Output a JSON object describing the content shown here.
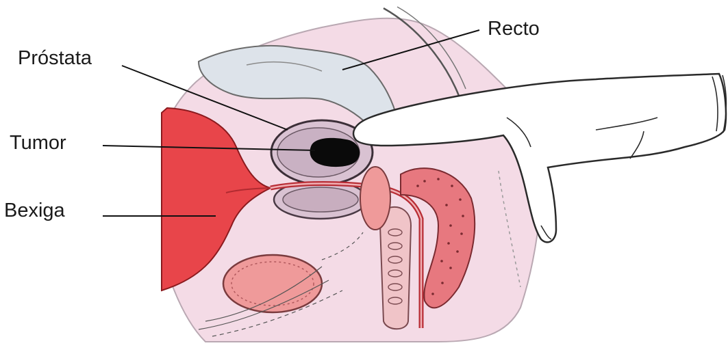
{
  "labels": {
    "recto": "Recto",
    "prostata": "Próstata",
    "tumor": "Tumor",
    "bexiga": "Bexiga"
  },
  "colors": {
    "background": "#ffffff",
    "tissue_pink": "#f4dbe6",
    "bladder_red": "#e8454a",
    "muscle_red": "#e7787f",
    "salmon": "#ef9a9a",
    "prostate_lavender": "#d9c2d2",
    "rectum_blue_gray": "#dde3ea",
    "tumor_black": "#0a0a0a",
    "glove_white": "#ffffff",
    "outline": "#2a2a2a"
  }
}
